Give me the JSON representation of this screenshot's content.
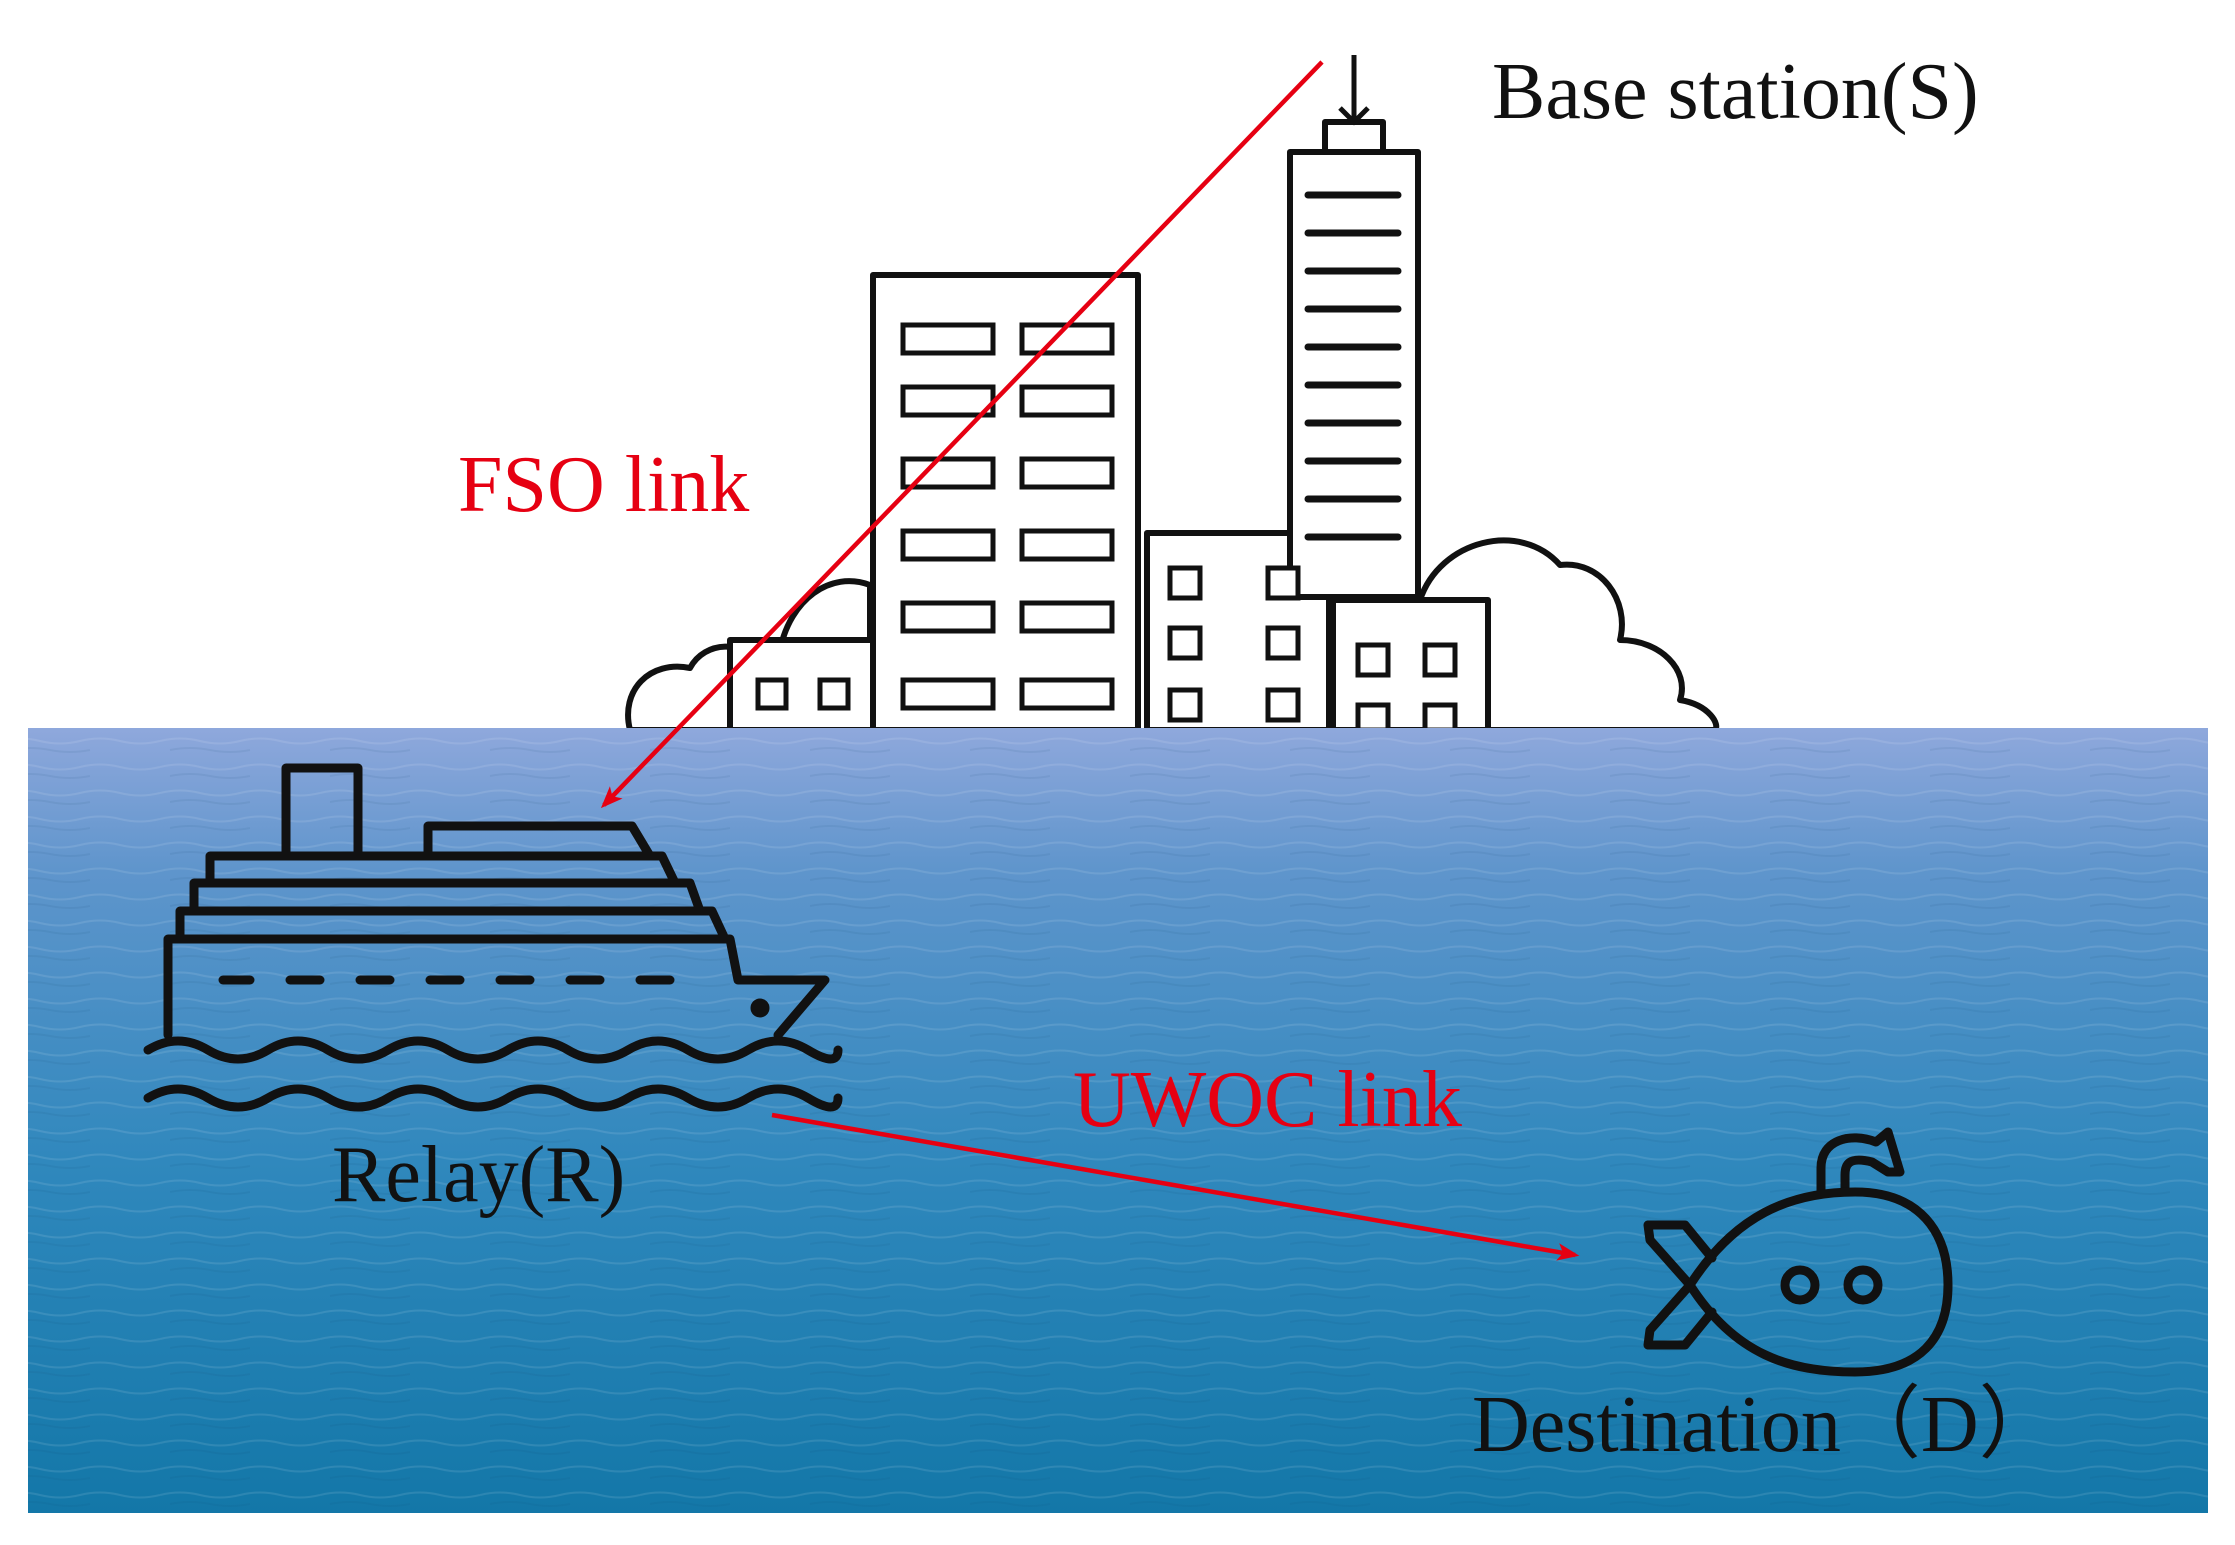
{
  "labels": {
    "base_station": "Base station(S)",
    "fso_link": "FSO link",
    "relay": "Relay(R)",
    "uwoc_link": "UWOC link",
    "destination": "Destination（D）"
  },
  "colors": {
    "link": "#e60012",
    "outline": "#111111",
    "sea_top": "#8aa6d8",
    "sea_mid": "#3d8bc0",
    "sea_bottom": "#1779a9",
    "label_text": "#111111"
  },
  "icons": {
    "city": "city-skyline-icon",
    "ship": "cruise-ship-icon",
    "submarine": "submarine-icon",
    "antenna": "antenna-icon"
  }
}
